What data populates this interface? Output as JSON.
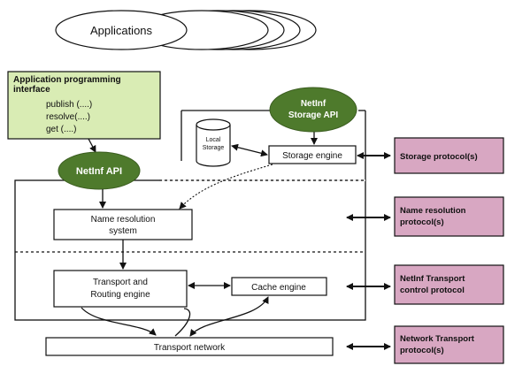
{
  "applications_label": "Applications",
  "api": {
    "title_line1": "Application programming",
    "title_line2": "interface",
    "methods": [
      "publish (....)",
      "resolve(....)",
      "get (....)"
    ]
  },
  "netinf_api_label": "NetInf API",
  "storage_api": {
    "line1": "NetInf",
    "line2": "Storage API"
  },
  "local_storage": {
    "line1": "Local",
    "line2": "Storage"
  },
  "storage_engine_label": "Storage engine",
  "name_resolution": {
    "line1": "Name resolution",
    "line2": "system"
  },
  "transport_routing": {
    "line1": "Transport and",
    "line2": "Routing engine"
  },
  "cache_engine_label": "Cache engine",
  "transport_network_label": "Transport network",
  "protocols": [
    {
      "lines": [
        "Storage protocol(s)"
      ]
    },
    {
      "lines": [
        "Name resolution",
        "protocol(s)"
      ]
    },
    {
      "lines": [
        "NetInf Transport",
        "control protocol"
      ]
    },
    {
      "lines": [
        "Network Transport",
        "protocol(s)"
      ]
    }
  ],
  "colors": {
    "api_box_fill": "#d9ecb4",
    "netinf_ellipse_fill": "#4e7a2c",
    "protocol_fill": "#d8a7c2",
    "stroke": "#111111"
  }
}
